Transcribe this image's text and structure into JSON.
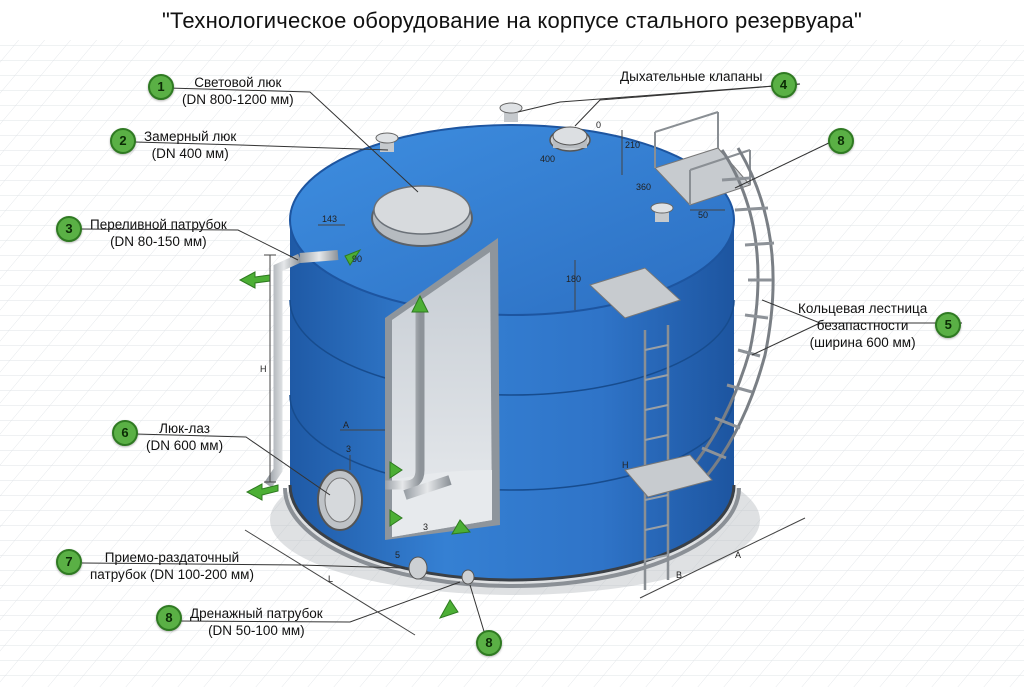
{
  "title": "\"Технологическое оборудование на корпусе стального резервуара\"",
  "callouts": [
    {
      "num": "1",
      "line1": "Световой люк",
      "line2": "(DN 800-1200 мм)"
    },
    {
      "num": "2",
      "line1": "Замерный люк",
      "line2": "(DN 400 мм)"
    },
    {
      "num": "3",
      "line1": "Переливной патрубок",
      "line2": "(DN 80-150 мм)"
    },
    {
      "num": "4",
      "line1": "Дыхательные клапаны",
      "line2": ""
    },
    {
      "num": "5",
      "line1": "Кольцевая лестница",
      "line2": "безапастности",
      "line3": "(ширина 600 мм)"
    },
    {
      "num": "6",
      "line1": "Люк-лаз",
      "line2": "(DN 600 мм)"
    },
    {
      "num": "7",
      "line1": "Приемо-раздаточный",
      "line2": "патрубок (DN 100-200 мм)"
    },
    {
      "num": "8",
      "line1": "Дренажный патрубок",
      "line2": "(DN 50-100 мм)"
    }
  ],
  "extra_badges": [
    "8",
    "8"
  ],
  "dimensions": {
    "d143": "143",
    "d90": "90",
    "dH": "H",
    "dA": "A",
    "d3a": "3",
    "d3b": "3",
    "d5": "5",
    "dL": "L",
    "dB": "B",
    "dA2": "A",
    "d400": "400",
    "d0": "0",
    "d210": "210",
    "d50": "50",
    "d360": "360",
    "d180": "180",
    "dH2": "H"
  },
  "colors": {
    "tank": "#2f74c8",
    "tank_dark": "#1f5aa6",
    "roof": "#3b86d8",
    "badge": "#5ab045",
    "arrow": "#4caf35",
    "steel": "#c9ccd0"
  }
}
